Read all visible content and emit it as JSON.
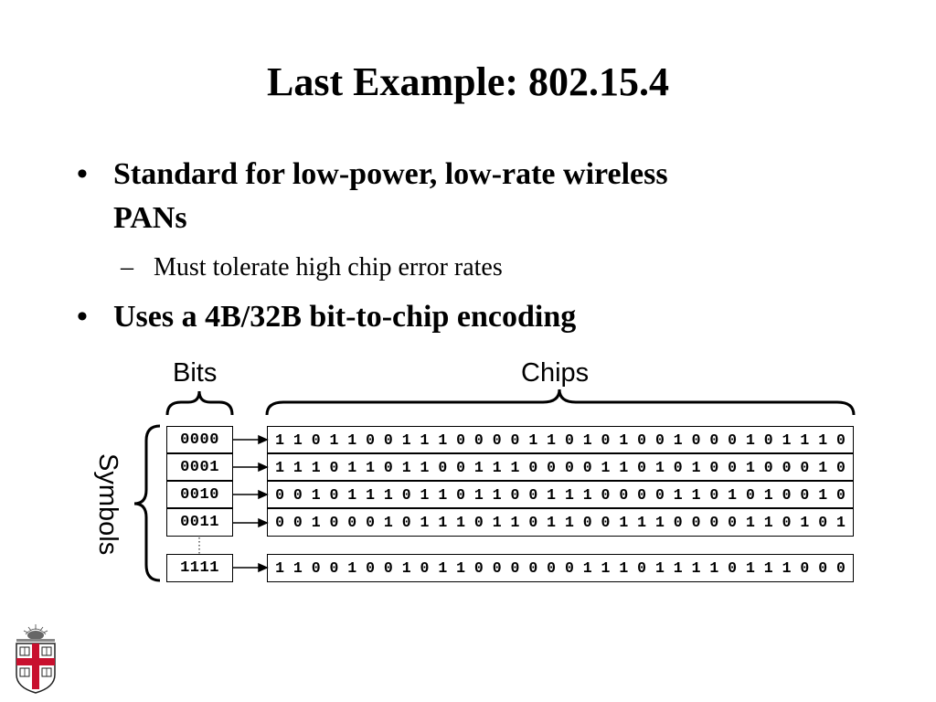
{
  "slide": {
    "title": "Last Example: 802.15.4",
    "bullets": [
      {
        "text_line1": "Standard for low-power, low-rate wireless",
        "text_line2": "PANs"
      },
      {
        "text_line1": "Uses a 4B/32B bit-to-chip encoding"
      }
    ],
    "sub_bullet": "Must tolerate high chip error rates",
    "bullet_symbol": "•",
    "dash_symbol": "–"
  },
  "diagram": {
    "bits_label": "Bits",
    "chips_label": "Chips",
    "symbols_label": "Symbols",
    "rows": [
      {
        "bits": "0000",
        "chips": "1 1 0 1 1 0 0 1 1 1 0 0 0 0 1 1 0 1 0 1 0 0 1 0 0 0 1 0 1 1 1 0"
      },
      {
        "bits": "0001",
        "chips": "1 1 1 0 1 1 0 1 1 0 0 1 1 1 0 0 0 0 1 1 0 1 0 1 0 0 1 0 0 0 1 0"
      },
      {
        "bits": "0010",
        "chips": "0 0 1 0 1 1 1 0 1 1 0 1 1 0 0 1 1 1 0 0 0 0 1 1 0 1 0 1 0 0 1 0"
      },
      {
        "bits": "0011",
        "chips": "0 0 1 0 0 0 1 0 1 1 1 0 1 1 0 1 1 0 0 1 1 1 0 0 0 0 1 1 0 1 0 1"
      },
      {
        "bits": "1111",
        "chips": "1 1 0 0 1 0 0 1 0 1 1 0 0 0 0 0 0 1 1 1 0 1 1 1 1 0 1 1 1 0 0 0"
      }
    ]
  },
  "logo": {
    "icon": "brown-university-shield-icon",
    "accent_color": "#c8102e"
  }
}
